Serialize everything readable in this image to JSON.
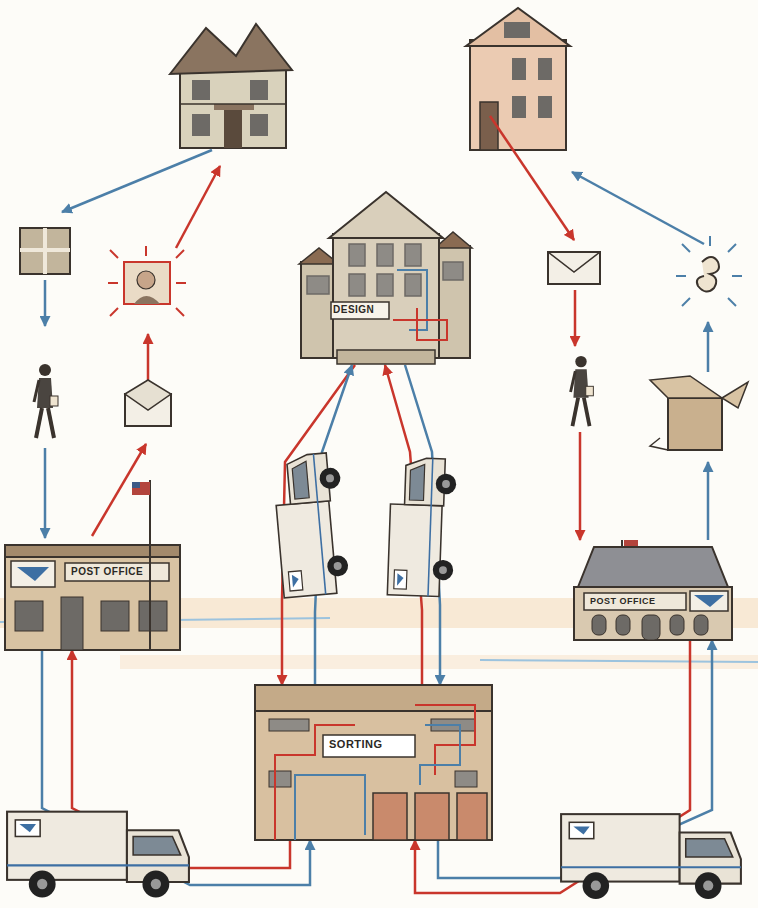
{
  "diagram": {
    "nodes": [
      {
        "text": [
          "DESIGN"
        ]
      },
      {
        "text": [
          "POST OFFICE"
        ]
      },
      {
        "text": [
          "POST OFFICE"
        ]
      },
      {
        "text": [
          "SORTING"
        ]
      }
    ],
    "edges": [
      {
        "from": 0,
        "to": 3,
        "arrow": "to"
      },
      {
        "from": 3,
        "to": 0,
        "arrow": "to"
      },
      {
        "from": 3,
        "to": 0,
        "arrow": "to"
      },
      {
        "from": 0,
        "to": 3,
        "arrow": "to"
      },
      {
        "from": 1,
        "to": 3,
        "arrow": "to"
      },
      {
        "from": 3,
        "to": 1,
        "arrow": "to"
      },
      {
        "from": 3,
        "to": 2,
        "arrow": "to"
      },
      {
        "from": 2,
        "to": 3,
        "arrow": "to"
      }
    ]
  }
}
